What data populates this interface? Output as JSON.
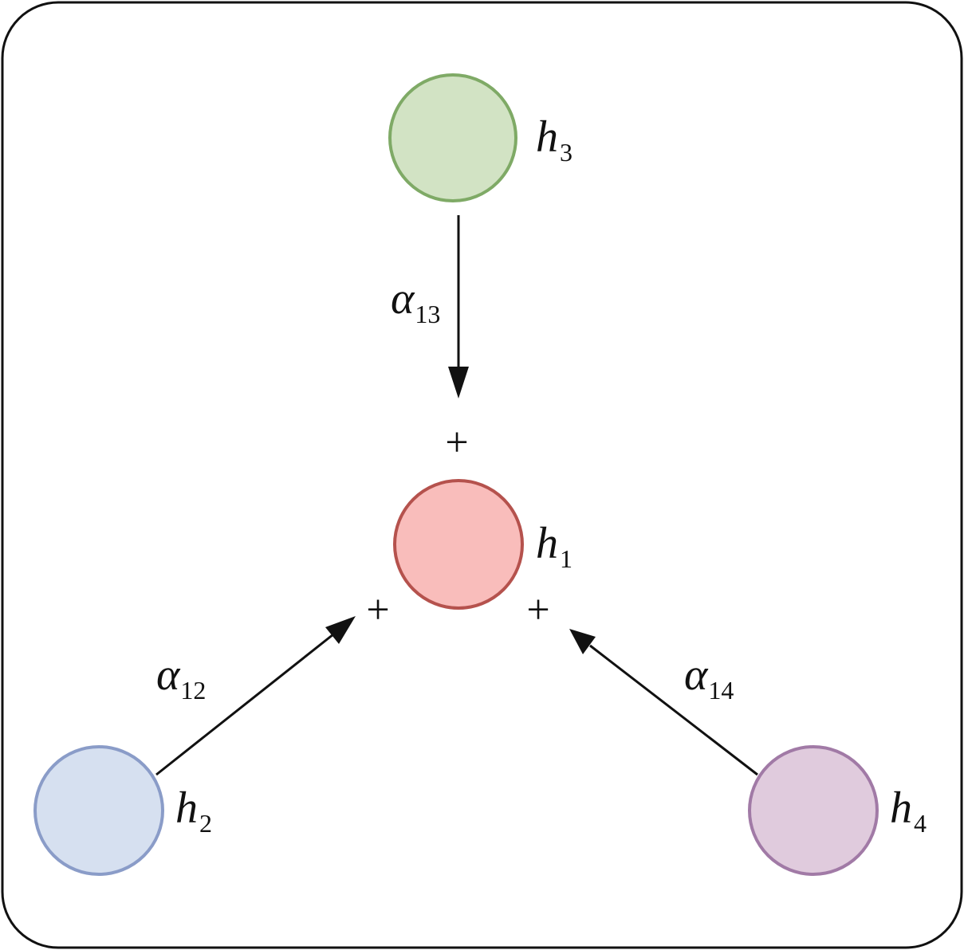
{
  "diagram": {
    "nodes": {
      "h1": {
        "symbol": "h",
        "subscript": "1",
        "fill": "#f9bdbb",
        "stroke": "#b5524d"
      },
      "h2": {
        "symbol": "h",
        "subscript": "2",
        "fill": "#d6e0f0",
        "stroke": "#8a9cc8"
      },
      "h3": {
        "symbol": "h",
        "subscript": "3",
        "fill": "#d2e3c4",
        "stroke": "#7faa66"
      },
      "h4": {
        "symbol": "h",
        "subscript": "4",
        "fill": "#e0cbdd",
        "stroke": "#a17aa6"
      }
    },
    "edges": {
      "a12": {
        "symbol": "α",
        "subscript": "12"
      },
      "a13": {
        "symbol": "α",
        "subscript": "13"
      },
      "a14": {
        "symbol": "α",
        "subscript": "14"
      }
    },
    "plus": {
      "top": "+",
      "left": "+",
      "right": "+"
    },
    "colors": {
      "frame": "#111111",
      "arrow": "#111111"
    }
  }
}
